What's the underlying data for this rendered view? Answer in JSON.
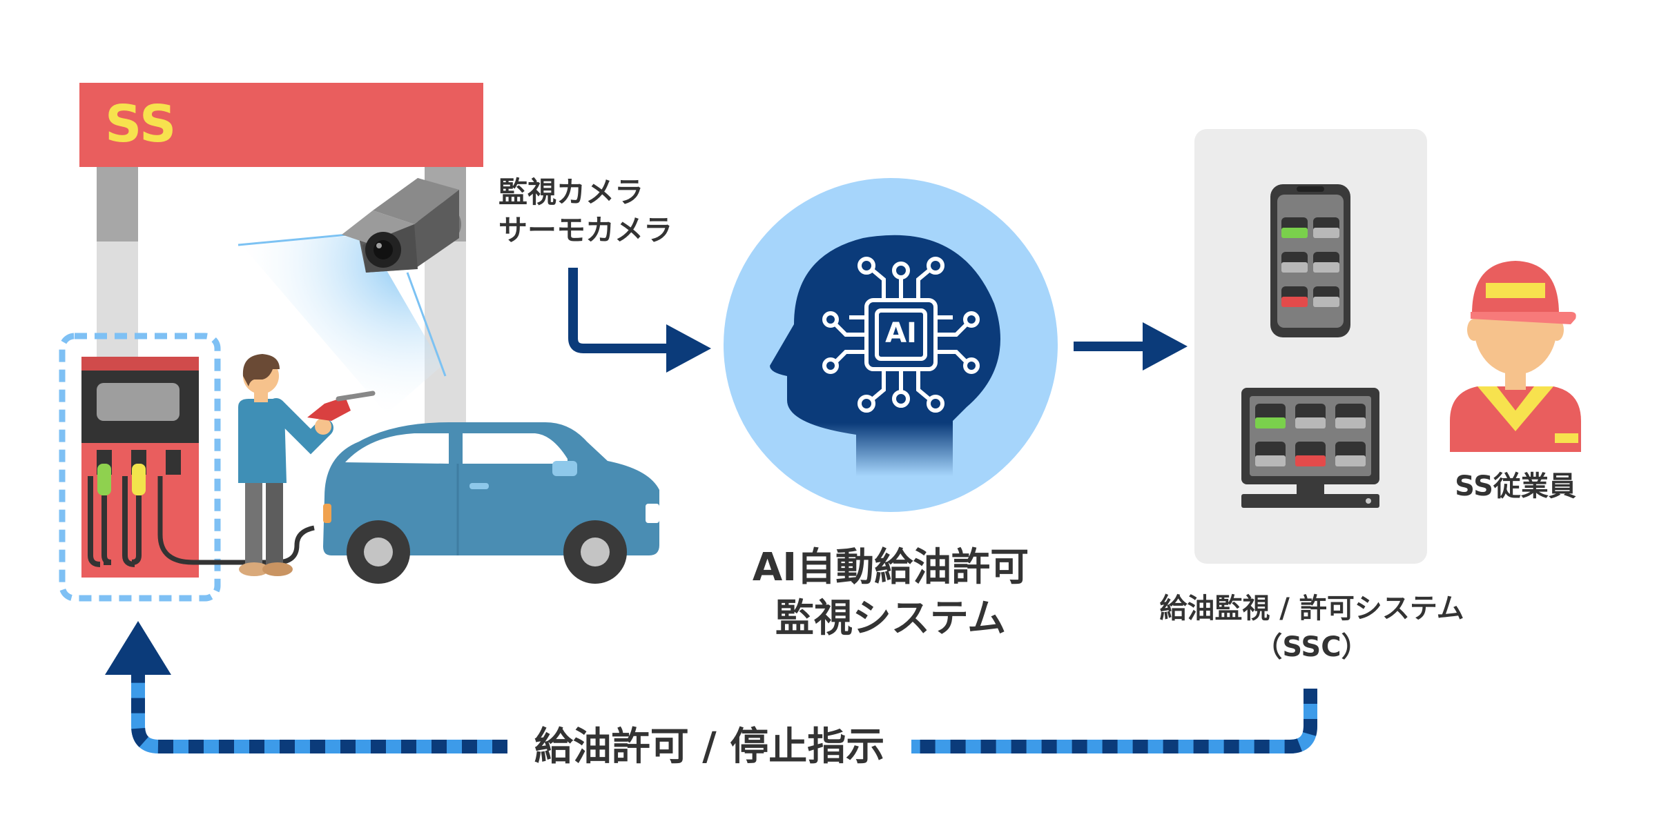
{
  "station": {
    "canopy_label": "SS"
  },
  "camera": {
    "line1": "監視カメラ",
    "line2": "サーモカメラ"
  },
  "ai": {
    "chip_label": "AI",
    "caption_line1": "AI自動給油許可",
    "caption_line2": "監視システム"
  },
  "ssc": {
    "caption_line1": "給油監視 / 許可システム",
    "caption_line2": "（SSC）"
  },
  "staff": {
    "label": "SS従業員"
  },
  "feedback": {
    "label": "給油許可 / 停止指示"
  },
  "colors": {
    "red": "#e95e5e",
    "navy": "#0b3b7a",
    "light_blue": "#a6d5fb",
    "dashed_light": "#3d9be9",
    "yellow": "#f7e24e",
    "gray_panel": "#ececec",
    "car_blue": "#4a8db3"
  }
}
